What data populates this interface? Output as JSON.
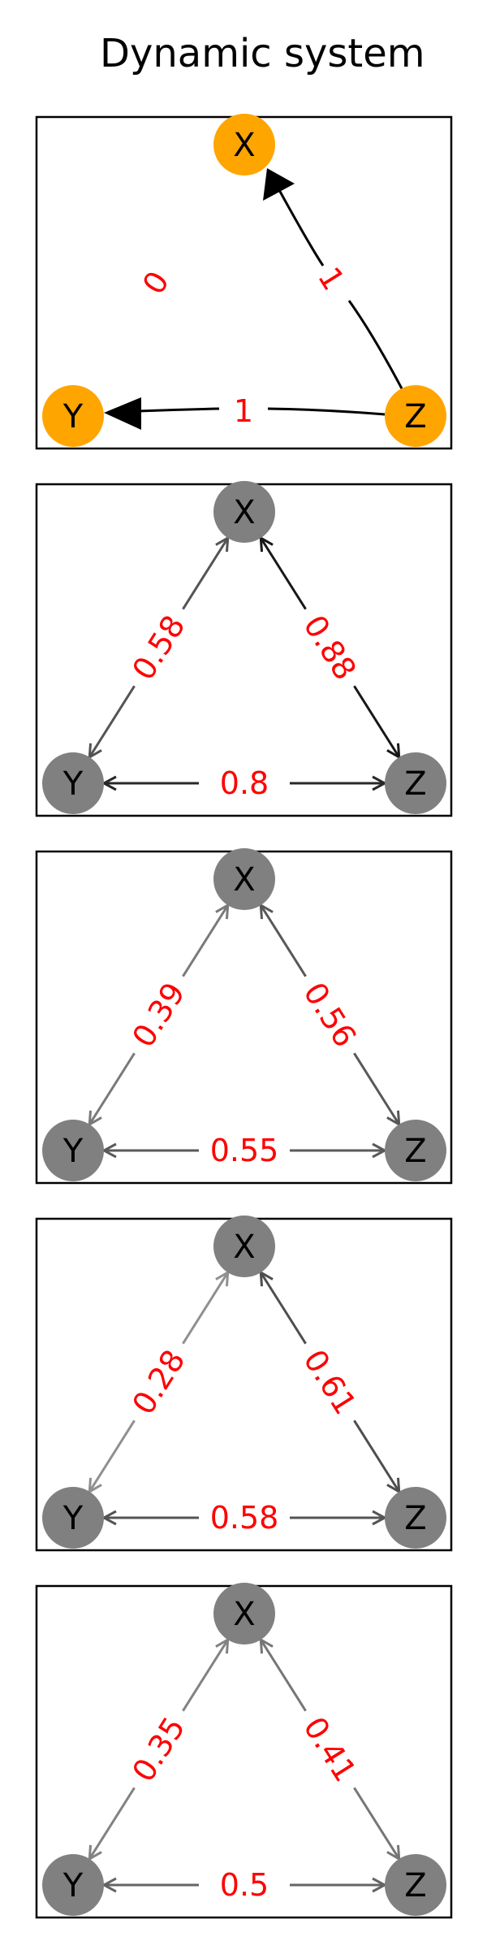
{
  "title": "Dynamic system",
  "colors": {
    "dynamic_node": "#ffa500",
    "corr_node": "#808080",
    "edge_label": "#ff0000",
    "frame": "#000000"
  },
  "panels": [
    {
      "kind": "dynamic",
      "nodes": [
        "X",
        "Y",
        "Z"
      ],
      "edges": [
        {
          "from": "Z",
          "to": "X",
          "label": "1"
        },
        {
          "from": "Z",
          "to": "Y",
          "label": "1"
        }
      ],
      "annotation": "0"
    },
    {
      "kind": "correlation",
      "nodes": [
        "X",
        "Y",
        "Z"
      ],
      "edges": [
        {
          "a": "X",
          "b": "Y",
          "label": "0.58",
          "value": 0.58
        },
        {
          "a": "X",
          "b": "Z",
          "label": "0.88",
          "value": 0.88
        },
        {
          "a": "Y",
          "b": "Z",
          "label": "0.8",
          "value": 0.8
        }
      ]
    },
    {
      "kind": "correlation",
      "nodes": [
        "X",
        "Y",
        "Z"
      ],
      "edges": [
        {
          "a": "X",
          "b": "Y",
          "label": "0.39",
          "value": 0.39
        },
        {
          "a": "X",
          "b": "Z",
          "label": "0.56",
          "value": 0.56
        },
        {
          "a": "Y",
          "b": "Z",
          "label": "0.55",
          "value": 0.55
        }
      ]
    },
    {
      "kind": "correlation",
      "nodes": [
        "X",
        "Y",
        "Z"
      ],
      "edges": [
        {
          "a": "X",
          "b": "Y",
          "label": "0.28",
          "value": 0.28
        },
        {
          "a": "X",
          "b": "Z",
          "label": "0.61",
          "value": 0.61
        },
        {
          "a": "Y",
          "b": "Z",
          "label": "0.58",
          "value": 0.58
        }
      ]
    },
    {
      "kind": "correlation",
      "nodes": [
        "X",
        "Y",
        "Z"
      ],
      "edges": [
        {
          "a": "X",
          "b": "Y",
          "label": "0.35",
          "value": 0.35
        },
        {
          "a": "X",
          "b": "Z",
          "label": "0.41",
          "value": 0.41
        },
        {
          "a": "Y",
          "b": "Z",
          "label": "0.5",
          "value": 0.5
        }
      ]
    }
  ]
}
